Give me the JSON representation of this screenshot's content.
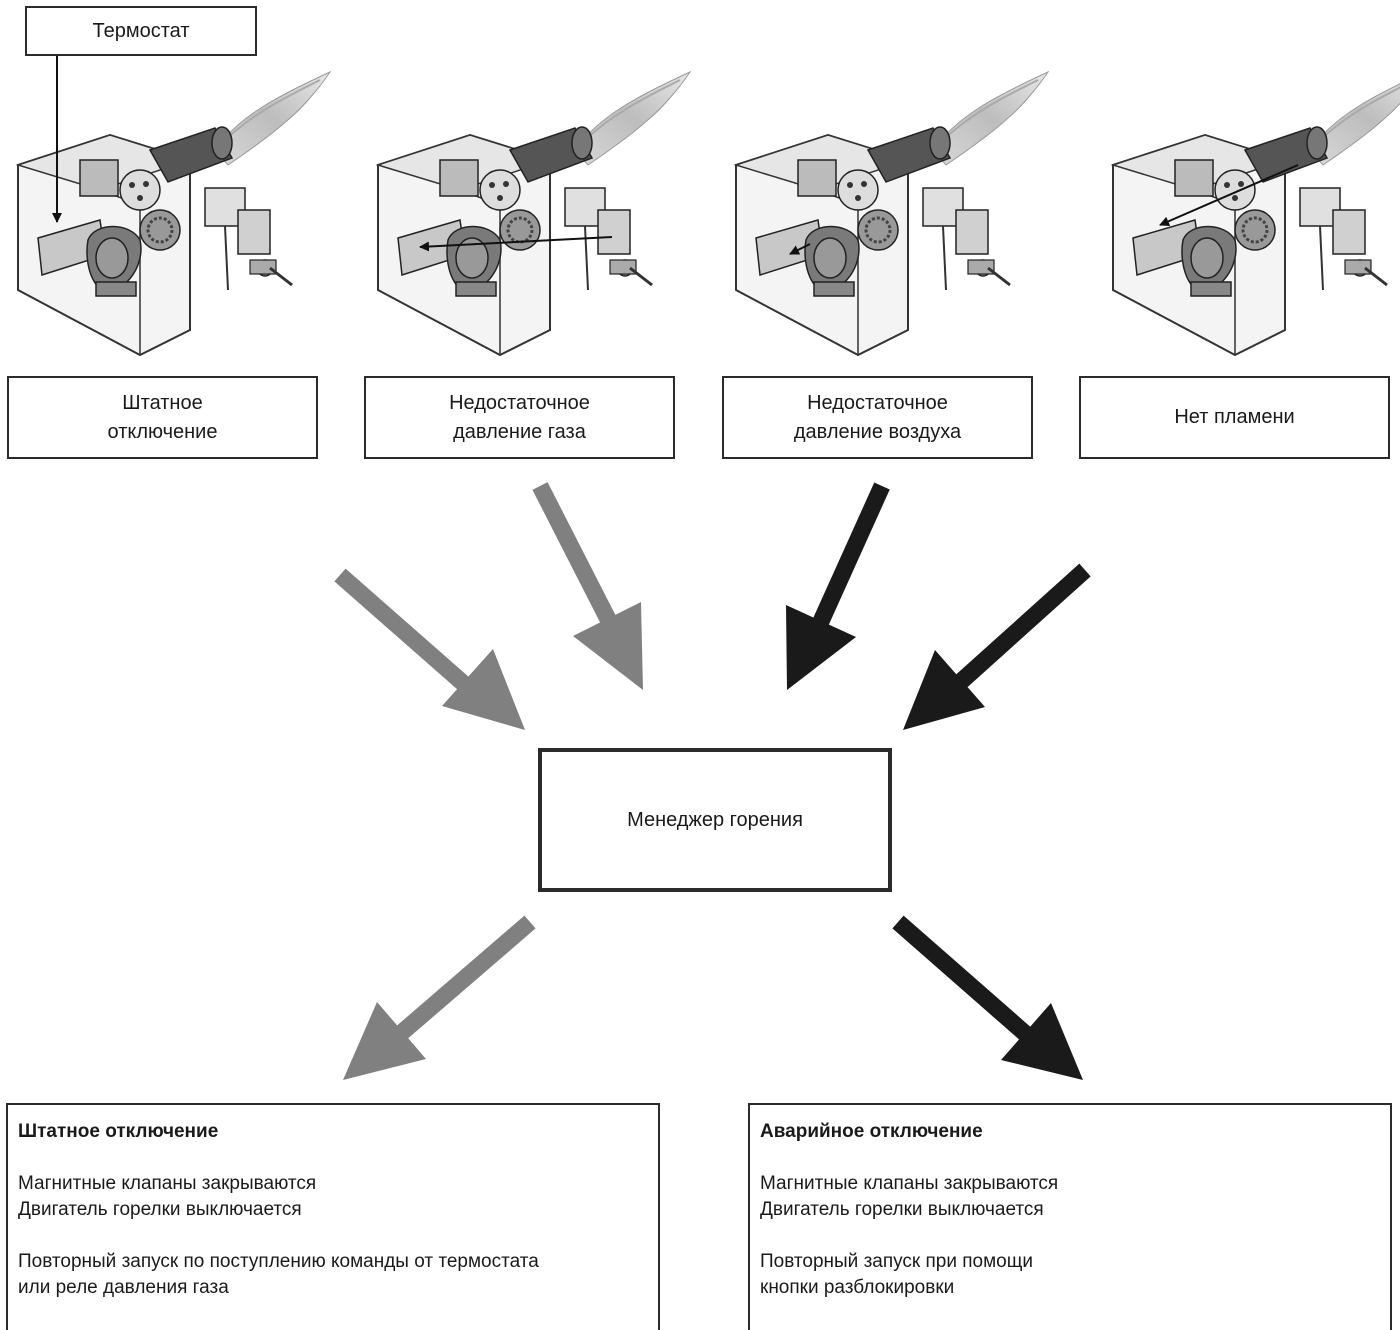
{
  "thermostat_label": "Термостат",
  "states": [
    {
      "label": "Штатное\nотключение"
    },
    {
      "label": "Недостаточное\nдавление газа"
    },
    {
      "label": "Недостаточное\nдавление воздуха"
    },
    {
      "label": "Нет пламени"
    }
  ],
  "manager_label": "Менеджер горения",
  "results": {
    "normal": {
      "title": "Штатное отключение",
      "line1": "Магнитные клапаны закрываются",
      "line2": "Двигатель горелки выключается",
      "line3": "Повторный запуск по поступлению команды от термостата",
      "line4": "или реле давления газа"
    },
    "emergency": {
      "title": "Аварийное отключение",
      "line1": "Магнитные клапаны закрываются",
      "line2": "Двигатель горелки выключается",
      "line3": "Повторный запуск при помощи",
      "line4": "кнопки разблокировки"
    }
  },
  "colors": {
    "gray_arrow": "#808080",
    "black_arrow": "#1a1a1a",
    "border": "#2b2b2b"
  },
  "icons": [
    "burner-illustration-icon"
  ]
}
